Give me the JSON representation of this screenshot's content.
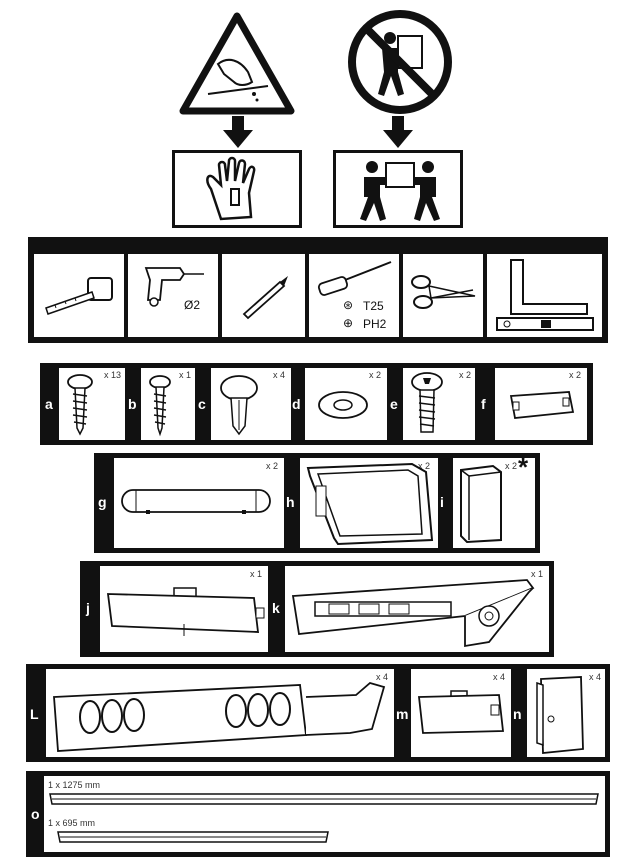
{
  "safety": {
    "warning_icon": "cut-hazard-icon",
    "prohibition_icon": "no-single-person-lift-icon",
    "gloves_icon": "gloves-icon",
    "two_person_icon": "two-person-lift-icon"
  },
  "tools": {
    "drill_bit": "Ø2",
    "screwdriver_bits": [
      "T25",
      "PH2"
    ],
    "icons": [
      "tape-measure-icon",
      "drill-icon",
      "pencil-icon",
      "screwdriver-icon",
      "scissors-icon",
      "square-level-icon"
    ]
  },
  "parts_row1": [
    {
      "letter": "a",
      "qty": "x 13",
      "icon": "pan-head-screw-icon"
    },
    {
      "letter": "b",
      "qty": "x 1",
      "icon": "small-screw-icon"
    },
    {
      "letter": "c",
      "qty": "x 4",
      "icon": "push-rivet-icon"
    },
    {
      "letter": "d",
      "qty": "x 2",
      "icon": "washer-icon"
    },
    {
      "letter": "e",
      "qty": "x 2",
      "icon": "torx-bolt-icon"
    },
    {
      "letter": "f",
      "qty": "x 2",
      "icon": "clip-icon"
    }
  ],
  "parts_row2": [
    {
      "letter": "g",
      "qty": "x 2",
      "icon": "rail-cap-icon"
    },
    {
      "letter": "h",
      "qty": "x 2",
      "icon": "frame-bracket-icon"
    },
    {
      "letter": "i",
      "qty": "x 2",
      "icon": "end-block-icon",
      "marker": "*"
    }
  ],
  "parts_row3": [
    {
      "letter": "j",
      "qty": "x 1",
      "icon": "cover-plate-icon"
    },
    {
      "letter": "k",
      "qty": "x 1",
      "icon": "mount-bracket-icon"
    }
  ],
  "parts_row4": [
    {
      "letter": "L",
      "qty": "x 4",
      "icon": "roller-carriage-icon"
    },
    {
      "letter": "m",
      "qty": "x 4",
      "icon": "small-cover-icon"
    },
    {
      "letter": "n",
      "qty": "x 4",
      "icon": "hinge-plate-icon"
    }
  ],
  "parts_row5": {
    "letter": "o",
    "lengths": [
      "1 x 1275 mm",
      "1 x 695 mm"
    ],
    "icon": "track-profile-icon"
  }
}
